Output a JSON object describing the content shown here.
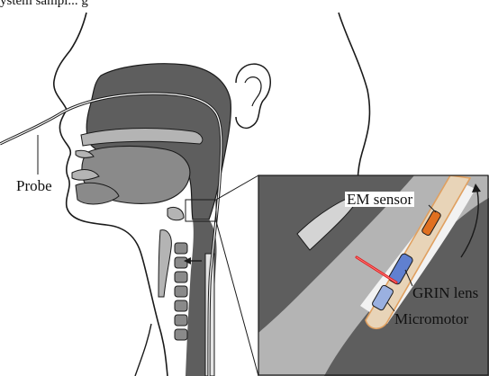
{
  "caption_fragment": "ystem sampl... g",
  "labels": {
    "probe": "Probe",
    "em_sensor": "EM sensor",
    "grin_lens": "GRIN lens",
    "micromotor": "Micromotor"
  },
  "colors": {
    "background": "#ffffff",
    "tissue_dark": "#5e5e5e",
    "tissue_mid": "#8a8a8a",
    "tissue_light": "#b4b4b4",
    "outline": "#1a1a1a",
    "probe_tube": "#e0a060",
    "em_sensor": "#e07020",
    "lens_blue": "#6080d0",
    "laser_red": "#e02020"
  }
}
